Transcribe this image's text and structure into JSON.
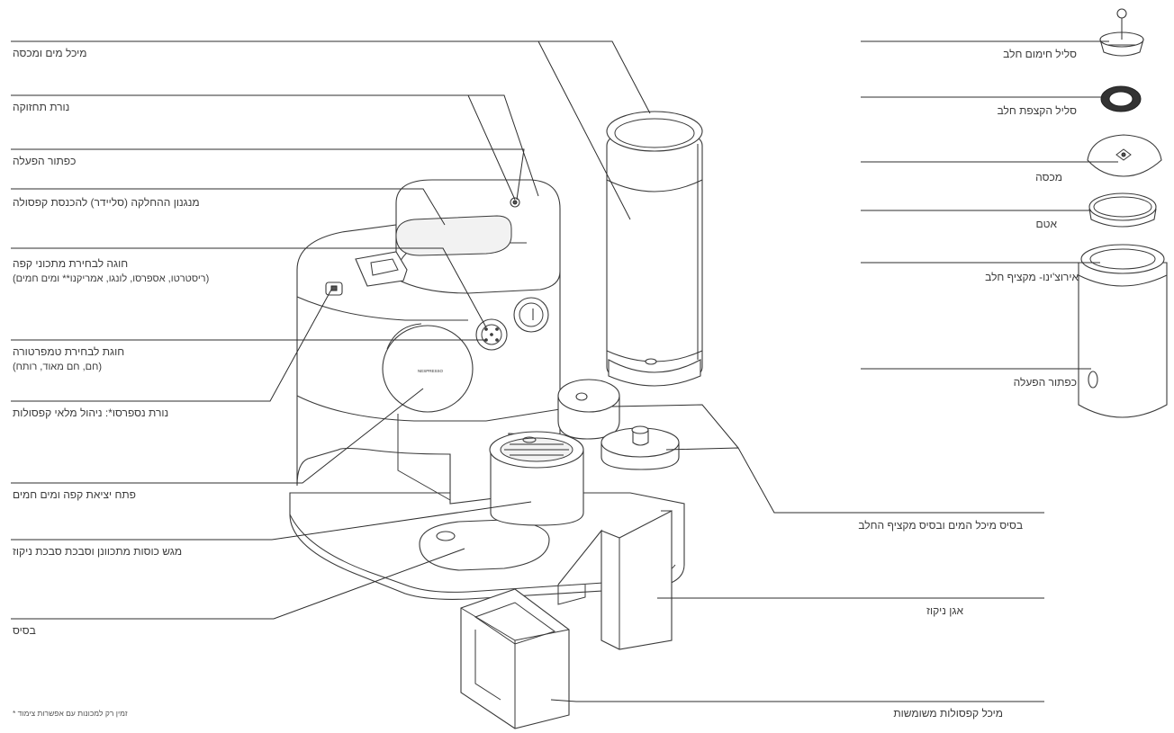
{
  "labels": {
    "water_tank": "מיכל מים ומכסה",
    "maintenance_light": "נורת תחזוקה",
    "power_button": "כפתור הפעלה",
    "slider": "מנגנון ההחלקה (סליידר) להכנסת קפסולה",
    "recipe_ring": "חוגה לבחירת מתכוני קפה",
    "recipe_ring_options": "(ריסטרטו, אספרסו, לונגו, אמריקנו** ומים חמים)",
    "temp_dial": "חוגת לבחירת טמפרטורה",
    "temp_dial_options": "(חם, חם מאוד, רותח)",
    "capsule_light": "נורת נספרסו*: ניהול מלאי קפסולות",
    "coffee_outlet": "פתח יציאת קפה ומים חמים",
    "drip_tray": "מגש כוסות מתכוונן וסבכת סבכת ניקוז",
    "base": "בסיס",
    "footnote": "* זמין רק למכונות עם אפשרות צימוד",
    "heating_whisk": "סליל חימום חלב",
    "frothing_whisk": "סליל הקצפת חלב",
    "lid": "מכסה",
    "seal": "אטם",
    "aeroccino": "אירוצ'ינו- מקציף חלב",
    "aero_button": "כפתור הפעלה",
    "tank_base": "בסיס מיכל המים ובסיס מקציף החלב",
    "drip_bucket": "אגן ניקוז",
    "capsule_container": "מיכל קפסולות משומשות"
  },
  "machine_logo": "NESPRESSO"
}
